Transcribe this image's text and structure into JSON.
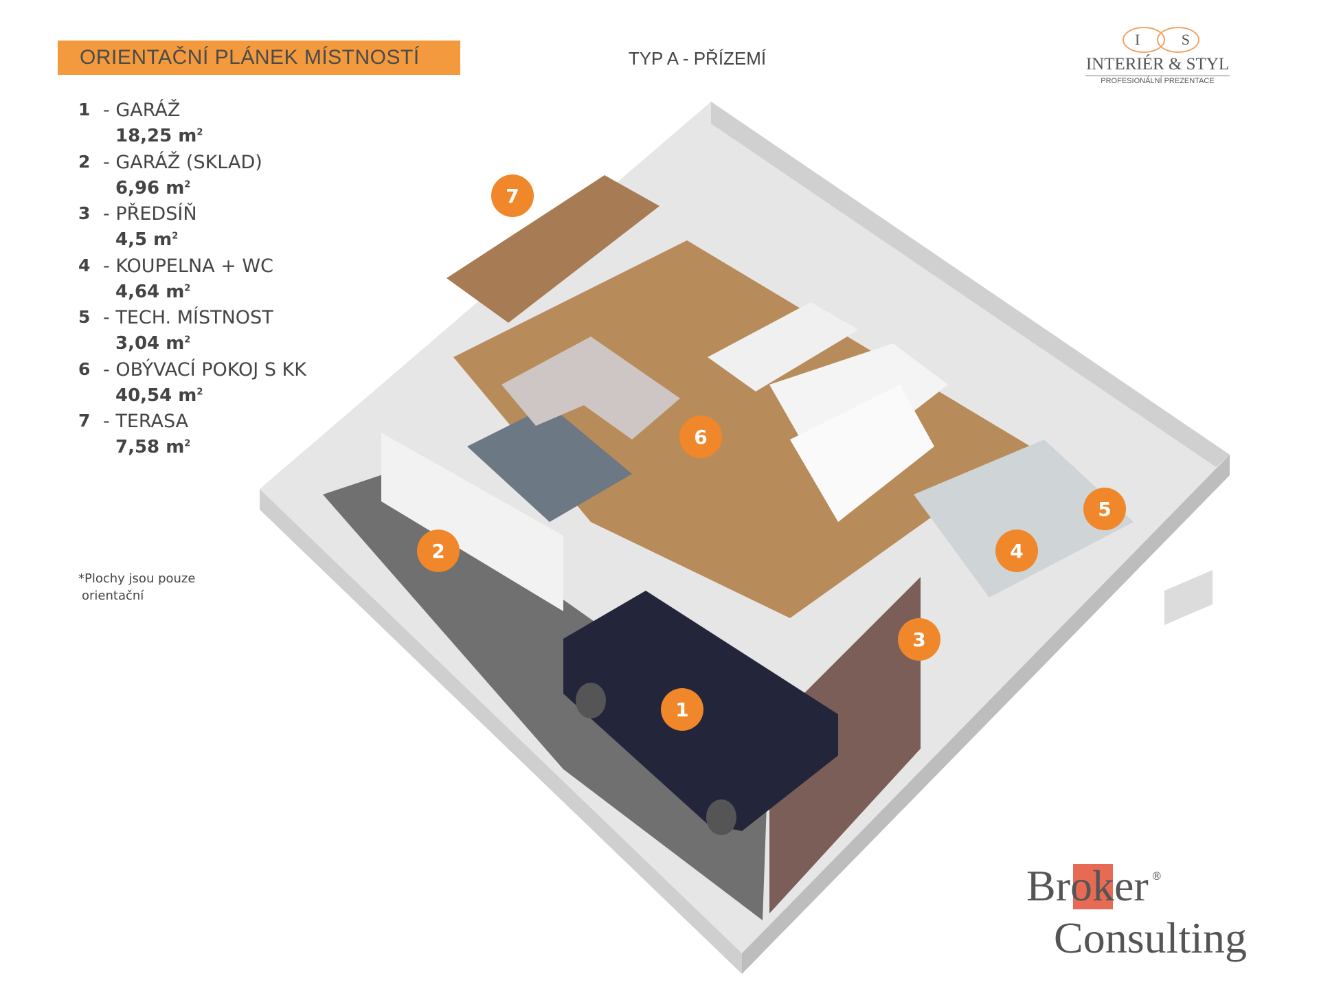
{
  "header": {
    "title": "ORIENTAČNÍ PLÁNEK MÍSTNOSTÍ",
    "subtitle": "TYP A - PŘÍZEMÍ"
  },
  "logo_is": {
    "letters": [
      "I",
      "S"
    ],
    "name": "INTERIÉR & STYL",
    "tagline": "PROFESIONÁLNÍ PREZENTACE"
  },
  "rooms": [
    {
      "num": "1",
      "name": "- GARÁŽ",
      "area": "18,25 m",
      "unit_sup": "2"
    },
    {
      "num": "2",
      "name": "- GARÁŽ (SKLAD)",
      "area": "6,96 m",
      "unit_sup": "2"
    },
    {
      "num": "3",
      "name": "- PŘEDSÍŇ",
      "area": "4,5 m",
      "unit_sup": "2"
    },
    {
      "num": "4",
      "name": "- KOUPELNA + WC",
      "area": "4,64 m",
      "unit_sup": "2"
    },
    {
      "num": "5",
      "name": "- TECH. MÍSTNOST",
      "area": "3,04 m",
      "unit_sup": "2"
    },
    {
      "num": "6",
      "name": "- OBÝVACÍ POKOJ S KK",
      "area": "40,54 m",
      "unit_sup": "2"
    },
    {
      "num": "7",
      "name": "- TERASA",
      "area": "7,58 m",
      "unit_sup": "2"
    }
  ],
  "note": {
    "line1": "*Plochy jsou pouze",
    "line2": "orientační"
  },
  "markers": [
    "1",
    "2",
    "3",
    "4",
    "5",
    "6",
    "7"
  ],
  "broker_logo": {
    "word1": "Broker",
    "word2": "Consulting",
    "reg": "®"
  },
  "colors": {
    "accent": "#f39a3e",
    "marker": "#f0872a",
    "broker_red": "#e76a55"
  }
}
